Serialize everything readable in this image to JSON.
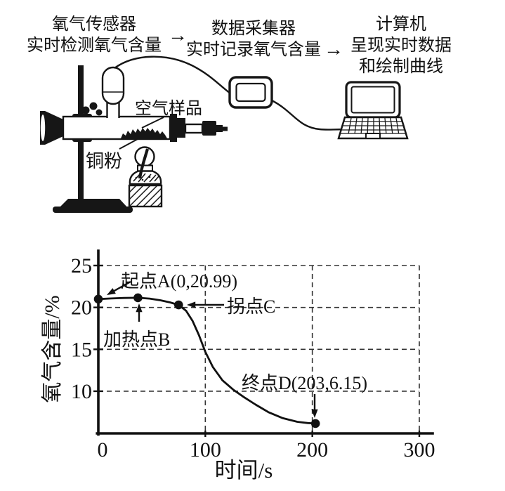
{
  "flow": {
    "arrow": "→",
    "sensor": {
      "line1": "氧气传感器",
      "line2": "实时检测氧气含量"
    },
    "collector": {
      "line1": "数据采集器",
      "line2": "实时记录氧气含量"
    },
    "computer": {
      "line1": "计算机",
      "line2": "呈现实时数据",
      "line3": "和绘制曲线"
    }
  },
  "apparatus": {
    "labels": {
      "air_sample": "空气样品",
      "copper_powder": "铜粉"
    }
  },
  "chart_data": {
    "type": "line",
    "title": "",
    "xlabel": "时间/s",
    "ylabel": "氧气含量/%",
    "xlim": [
      0,
      300
    ],
    "ylim": [
      5.1,
      26.7
    ],
    "xticks": [
      0,
      100,
      200,
      300
    ],
    "yticks": [
      10,
      15,
      20,
      25
    ],
    "grid": "dashed",
    "legend": "none",
    "series": [
      {
        "name": "氧气含量",
        "points": [
          [
            0,
            20.99
          ],
          [
            12,
            21.07
          ],
          [
            24,
            21.13
          ],
          [
            37,
            21.15
          ],
          [
            48,
            21.05
          ],
          [
            58,
            20.85
          ],
          [
            67,
            20.6
          ],
          [
            75,
            20.3
          ],
          [
            82,
            19.6
          ],
          [
            88,
            18.4
          ],
          [
            94,
            16.7
          ],
          [
            100,
            14.7
          ],
          [
            107,
            12.9
          ],
          [
            116,
            11.3
          ],
          [
            126,
            10.2
          ],
          [
            136,
            9.3
          ],
          [
            147,
            8.4
          ],
          [
            159,
            7.5
          ],
          [
            172,
            6.8
          ],
          [
            186,
            6.35
          ],
          [
            196,
            6.2
          ],
          [
            203,
            6.15
          ]
        ]
      }
    ],
    "key_points": [
      {
        "id": "A",
        "label": "起点A(0,20.99)",
        "x": 0,
        "y": 20.99
      },
      {
        "id": "B",
        "label": "加热点B",
        "x": 37,
        "y": 21.15
      },
      {
        "id": "C",
        "label": "拐点C",
        "x": 75,
        "y": 20.3
      },
      {
        "id": "D",
        "label": "终点D(203,6.15)",
        "x": 203,
        "y": 6.15
      }
    ]
  },
  "colors": {
    "ink": "#161616",
    "background": "#ffffff"
  }
}
